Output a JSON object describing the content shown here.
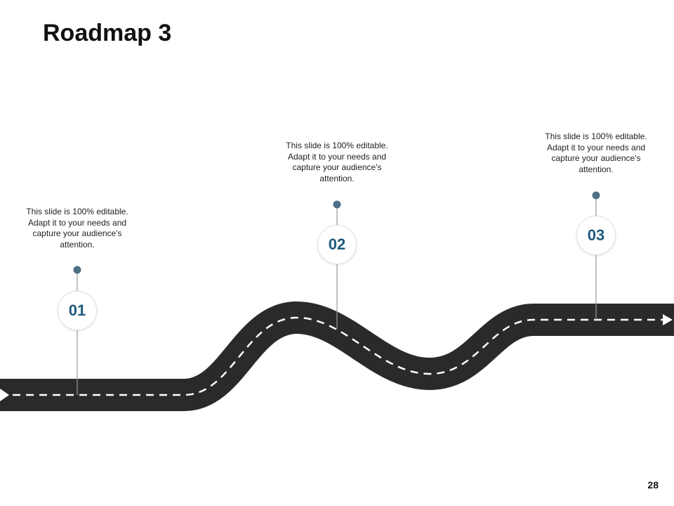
{
  "title": "Roadmap 3",
  "page_number": "28",
  "colors": {
    "road": "#2a2a2a",
    "dash": "#ffffff",
    "pin": "#4e6f86",
    "badge_text": "#1f5a7e",
    "connector": "#9a9a9a"
  },
  "milestones": [
    {
      "number": "01",
      "text": "This slide is 100% editable. Adapt it to your needs and capture your audience's attention."
    },
    {
      "number": "02",
      "text": "This slide is 100% editable. Adapt it to your needs and capture your audience's attention."
    },
    {
      "number": "03",
      "text": "This slide is 100% editable. Adapt it to your needs and capture your audience's attention."
    }
  ]
}
